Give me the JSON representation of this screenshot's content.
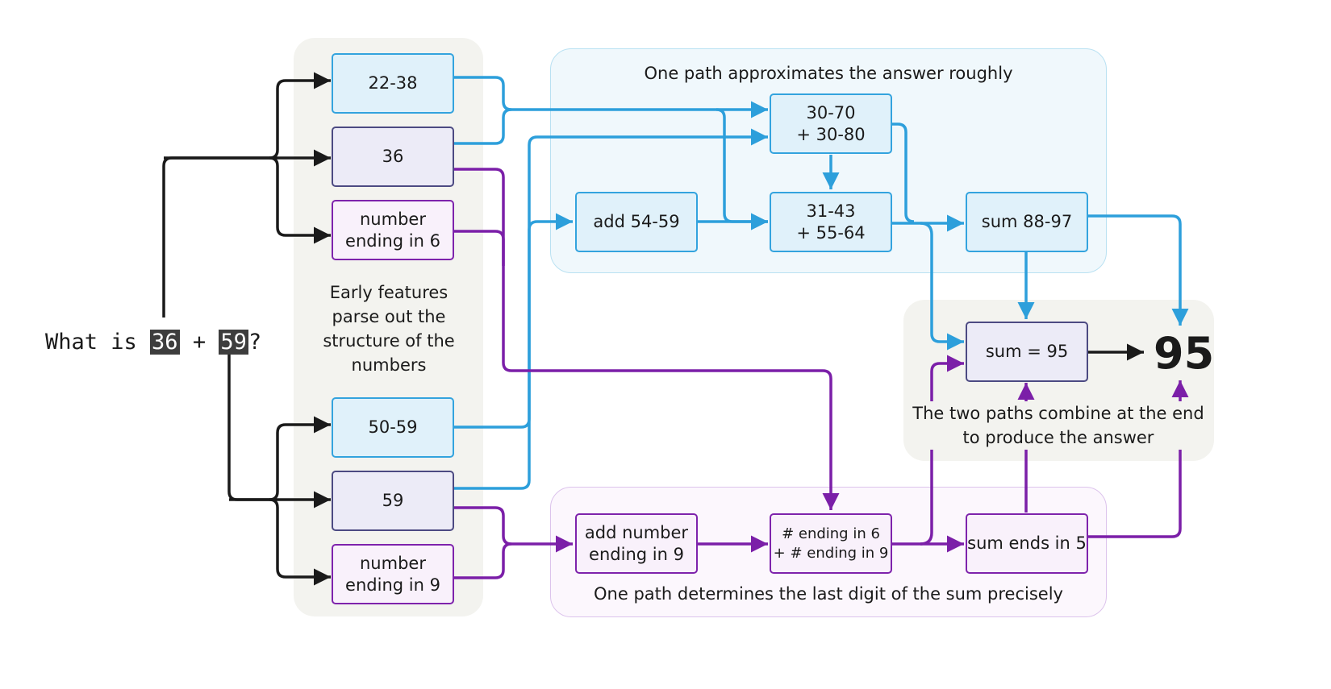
{
  "question": {
    "prefix": "What is ",
    "a": "36",
    "op": " + ",
    "b": "59",
    "suffix": "?"
  },
  "panels": {
    "early_features_note": "Early features\nparse out the\nstructure of the\nnumbers",
    "approx_path_title": "One path approximates the answer roughly",
    "precise_path_title": "One path determines the last digit of the sum precisely",
    "combine_note": "The two paths combine at the end\nto produce the answer"
  },
  "nodes": {
    "range_22_38": "22-38",
    "num_36": "36",
    "ends_in_6": "number\nending in 6",
    "range_50_59": "50-59",
    "num_59": "59",
    "ends_in_9": "number\nending in 9",
    "approx_30_70": "30-70\n+ 30-80",
    "add_54_59": "add 54-59",
    "approx_31_43": "31-43\n+ 55-64",
    "sum_88_97": "sum 88-97",
    "sum_95": "sum = 95",
    "add_ending_9": "add number\nending in 9",
    "ending_6_plus_9": "# ending in 6\n+ # ending in 9",
    "sum_ends_5": "sum ends in 5"
  },
  "answer": "95",
  "colors": {
    "black_path": "#1a1a1a",
    "blue_path": "#2d9fdb",
    "purple_path": "#7b1fa8"
  }
}
